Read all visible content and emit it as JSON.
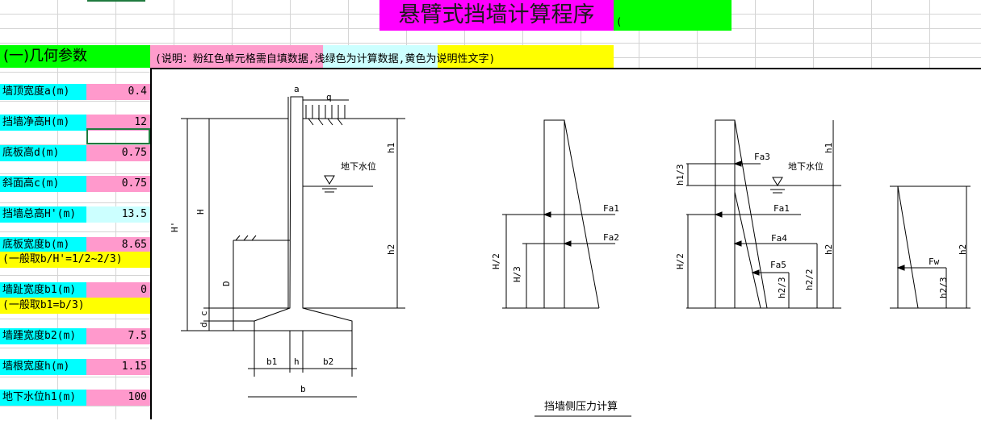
{
  "title": "悬臂式挡墙计算程序",
  "title_paren": "(",
  "section_heading": "(一)几何参数",
  "note": "(说明：粉红色单元格需自填数据,浅绿色为计算数据,黄色为说明性文字)",
  "params": [
    {
      "label": "墙顶宽度a(m)",
      "value": "0.4"
    },
    {
      "label": "挡墙净高H(m)",
      "value": "12"
    },
    {
      "label": "底板高d(m)",
      "value": "0.75"
    },
    {
      "label": "斜面高c(m)",
      "value": "0.75"
    },
    {
      "label": "挡墙总高H'(m)",
      "value": "13.5"
    },
    {
      "label": "底板宽度b(m)",
      "value": "8.65"
    },
    {
      "label": "墙趾宽度b1(m)",
      "value": "0"
    },
    {
      "label": "墙踵宽度b2(m)",
      "value": "7.5"
    },
    {
      "label": "墙根宽度h(m)",
      "value": "1.15"
    },
    {
      "label": "地下水位h1(m)",
      "value": "100"
    }
  ],
  "hints": [
    "(一般取b/H'=1/2~2/3)",
    "(一般取b1=b/3)"
  ],
  "drawing": {
    "caption": "挡墙侧压力计算",
    "groundwater": "地下水位",
    "labels": {
      "a": "a",
      "q": "q",
      "H_prime": "H'",
      "H": "H",
      "D": "D",
      "d": "d",
      "c": "c",
      "h1": "h1",
      "h2": "h2",
      "b1": "b1",
      "h": "h",
      "b2": "b2",
      "b": "b",
      "Fa1": "Fa1",
      "Fa2": "Fa2",
      "Fa3": "Fa3",
      "Fa4": "Fa4",
      "Fa5": "Fa5",
      "Fw": "Fw",
      "H_2": "H/2",
      "H_3": "H/3",
      "h1_3": "h1/3",
      "h2_3": "h2/3",
      "h2_2": "h2/2"
    }
  }
}
